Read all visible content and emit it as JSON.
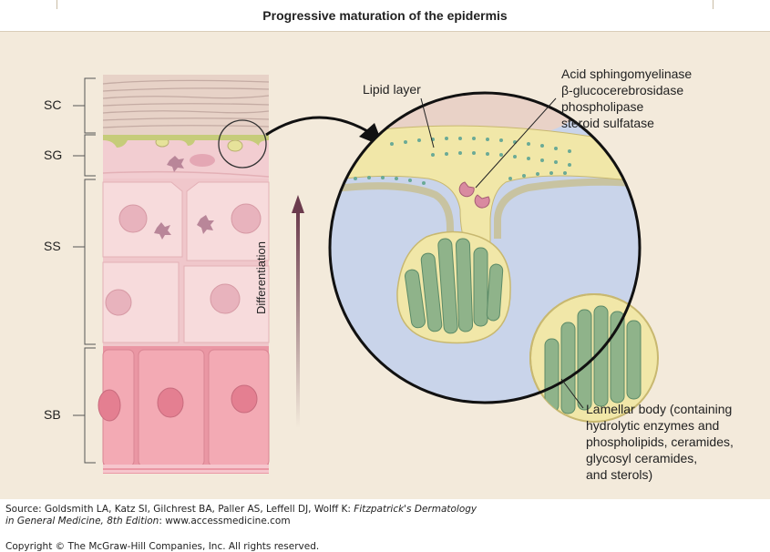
{
  "title": "Progressive maturation of the epidermis",
  "layers": {
    "sc": "SC",
    "sg": "SG",
    "ss": "SS",
    "sb": "SB"
  },
  "labels": {
    "differentiation": "Differentiation",
    "lipid_layer": "Lipid layer",
    "enzymes": [
      "Acid sphingomyelinase",
      "β-glucocerebrosidase",
      "phospholipase",
      "steroid sulfatase"
    ],
    "lamellar_body": [
      "Lamellar body (containing",
      "hydrolytic enzymes and",
      "phospholipids, ceramides,",
      "glycosyl ceramides,",
      "and sterols)"
    ]
  },
  "footer": {
    "source_prefix": "Source: Goldsmith LA, Katz SI, Gilchrest BA, Paller AS, Leffell DJ, Wolff K: ",
    "source_title": "Fitzpatrick's Dermatology",
    "source_line2_title": "in General Medicine, 8th Edition",
    "source_line2_rest": ": www.accessmedicine.com",
    "copyright": "Copyright © The McGraw-Hill Companies, Inc. All rights reserved."
  },
  "colors": {
    "background": "#f3eadb",
    "lipid": "#f1e7a8",
    "lipid_dots": "#6aaa96",
    "cell_pink": "#f1cdd0",
    "nucleus": "#e4a9b5",
    "basal_pink": "#ec9ba7",
    "extracellular_blue": "#c9d4ea",
    "arrow": "#6b3b4d"
  }
}
